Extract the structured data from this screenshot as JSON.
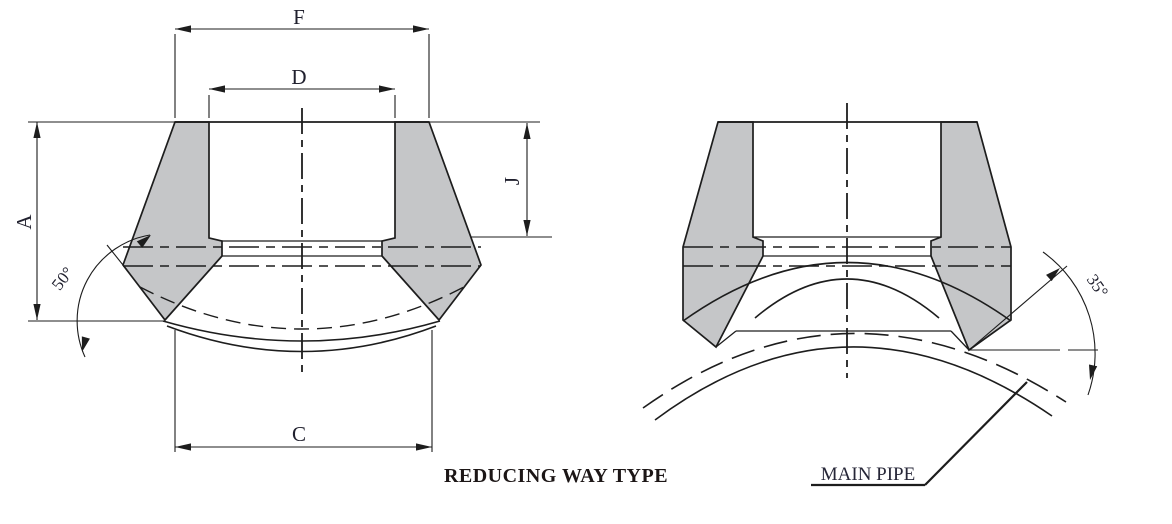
{
  "caption": "REDUCING WAY TYPE",
  "colors": {
    "body_fill": "#c5c6c8",
    "line": "#1d1d1d",
    "text": "#20202e"
  },
  "left_view": {
    "dims": {
      "f": "F",
      "d": "D",
      "a": "A",
      "j": "J",
      "c": "C"
    },
    "angle_label": "50°"
  },
  "right_view": {
    "angle_label": "35°",
    "main_pipe_label": "MAIN PIPE"
  }
}
